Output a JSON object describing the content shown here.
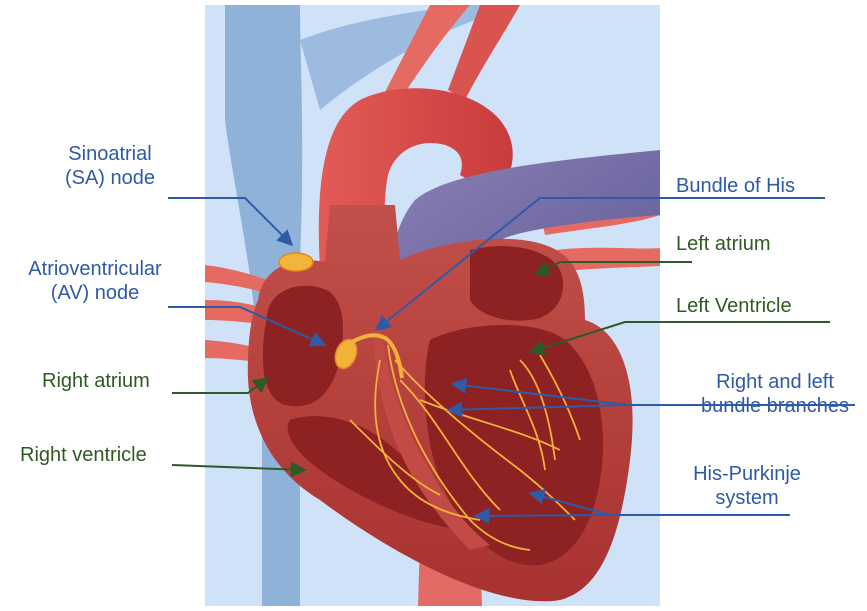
{
  "colors": {
    "background_panel": "#cfe2f8",
    "blue_label": "#2e5aa6",
    "green_label": "#2f5a22",
    "blue_arrow": "#2f5aa6",
    "green_arrow": "#2e5a27",
    "myocardium": "#b33b38",
    "chamber": "#8e2121",
    "vein": "#8fb2d9",
    "artery": "#e45a54",
    "conduction": "#f2b23a"
  },
  "labels": {
    "sa_node_line1": "Sinoatrial",
    "sa_node_line2": "(SA) node",
    "av_node_line1": "Atrioventricular",
    "av_node_line2": "(AV) node",
    "right_atrium": "Right atrium",
    "right_ventricle": "Right ventricle",
    "bundle_of_his": "Bundle of His",
    "left_atrium": "Left atrium",
    "left_ventricle": "Left Ventricle",
    "bundle_branches_line1": "Right and left",
    "bundle_branches_line2": "bundle branches",
    "his_purkinje_line1": "His-Purkinje",
    "his_purkinje_line2": "system"
  }
}
